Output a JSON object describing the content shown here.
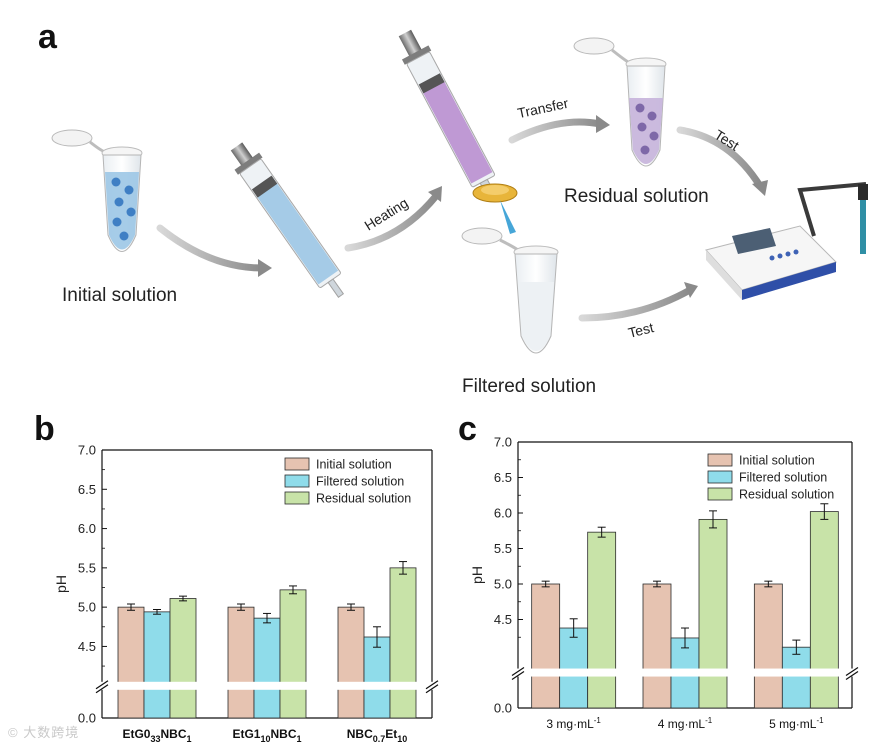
{
  "panels": {
    "a": {
      "letter": "a"
    },
    "b": {
      "letter": "b"
    },
    "c": {
      "letter": "c"
    }
  },
  "schematic": {
    "labels": {
      "initial": "Initial solution",
      "filtered": "Filtered solution",
      "residual": "Residual solution",
      "heating": "Heating",
      "transfer": "Transfer",
      "test_upper": "Test",
      "test_lower": "Test"
    },
    "colors": {
      "initial_liquid": "#9cc7e6",
      "residual_liquid": "#c8b6dc",
      "filter": "#e8b53a",
      "syringe_purple": "#b98fd0"
    }
  },
  "watermark": "© 大数跨境",
  "chart_data": [
    {
      "type": "bar",
      "panel": "b",
      "title": "",
      "xlabel": "",
      "ylabel": "pH",
      "ylim": [
        0,
        7.0
      ],
      "axis_break": [
        0.0,
        4.2
      ],
      "yticks": [
        "0.0",
        "4.5",
        "5.0",
        "5.5",
        "6.0",
        "6.5",
        "7.0"
      ],
      "categories": [
        {
          "main": "EtG0",
          "sub1": "33",
          "mid": "NBC",
          "sub2": "1"
        },
        {
          "main": "EtG1",
          "sub1": "10",
          "mid": "NBC",
          "sub2": "1"
        },
        {
          "main": "NBC",
          "sub1": "0.7",
          "mid": "Et",
          "sub2": "10"
        }
      ],
      "series": [
        {
          "name": "Initial solution",
          "color": "#e6c3b1",
          "values": [
            5.0,
            5.0,
            5.0
          ],
          "errors": [
            0.04,
            0.04,
            0.04
          ]
        },
        {
          "name": "Filtered solution",
          "color": "#8fdcea",
          "values": [
            4.94,
            4.86,
            4.62
          ],
          "errors": [
            0.03,
            0.06,
            0.13
          ]
        },
        {
          "name": "Residual solution",
          "color": "#c8e3a8",
          "values": [
            5.11,
            5.22,
            5.5
          ],
          "errors": [
            0.03,
            0.05,
            0.08
          ]
        }
      ],
      "legend": "top-right",
      "grid": false
    },
    {
      "type": "bar",
      "panel": "c",
      "title": "",
      "xlabel": "",
      "ylabel": "pH",
      "ylim": [
        0,
        7.0
      ],
      "axis_break": [
        0.0,
        4.0
      ],
      "yticks": [
        "0.0",
        "4.5",
        "5.0",
        "5.5",
        "6.0",
        "6.5",
        "7.0"
      ],
      "categories": [
        {
          "main": "3 mg·mL",
          "sup": "-1"
        },
        {
          "main": "4 mg·mL",
          "sup": "-1"
        },
        {
          "main": "5 mg·mL",
          "sup": "-1"
        }
      ],
      "series": [
        {
          "name": "Initial solution",
          "color": "#e6c3b1",
          "values": [
            5.0,
            5.0,
            5.0
          ],
          "errors": [
            0.04,
            0.04,
            0.04
          ]
        },
        {
          "name": "Filtered solution",
          "color": "#8fdcea",
          "values": [
            4.38,
            4.24,
            4.11
          ],
          "errors": [
            0.13,
            0.14,
            0.1
          ]
        },
        {
          "name": "Residual solution",
          "color": "#c8e3a8",
          "values": [
            5.73,
            5.91,
            6.02
          ],
          "errors": [
            0.07,
            0.12,
            0.11
          ]
        }
      ],
      "legend": "top-right",
      "grid": false
    }
  ]
}
